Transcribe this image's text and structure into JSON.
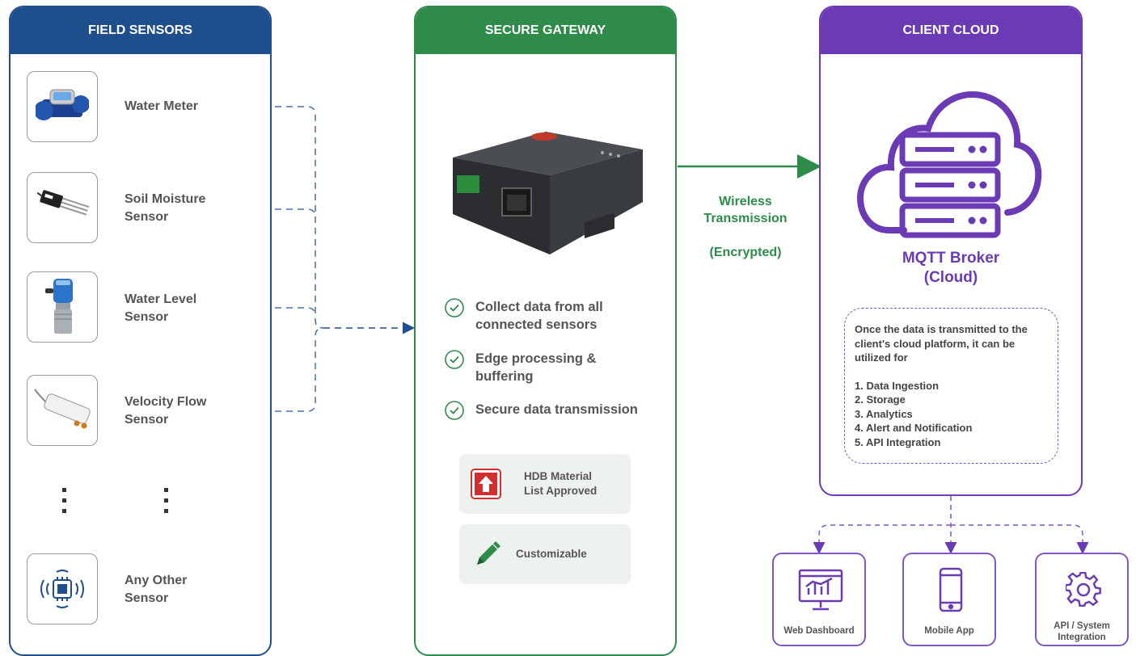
{
  "panels": {
    "field_sensors": {
      "title": "FIELD SENSORS",
      "color": "#1f4e8c"
    },
    "secure_gateway": {
      "title": "SECURE GATEWAY",
      "color": "#2e8b4a"
    },
    "client_cloud": {
      "title": "CLIENT CLOUD",
      "color": "#6a3bb5"
    }
  },
  "sensors": [
    {
      "label_line1": "Water Meter",
      "label_line2": "",
      "icon": "water-meter-icon"
    },
    {
      "label_line1": "Soil Moisture",
      "label_line2": "Sensor",
      "icon": "soil-moisture-sensor-icon"
    },
    {
      "label_line1": "Water Level",
      "label_line2": "Sensor",
      "icon": "water-level-sensor-icon"
    },
    {
      "label_line1": "Velocity Flow",
      "label_line2": "Sensor",
      "icon": "velocity-flow-sensor-icon"
    },
    {
      "label_line1": "Any Other",
      "label_line2": "Sensor",
      "icon": "generic-sensor-icon"
    }
  ],
  "gateway": {
    "device_icon": "gateway-device-icon",
    "features": [
      {
        "line1": "Collect data from all",
        "line2": "connected sensors"
      },
      {
        "line1": "Edge processing &",
        "line2": "buffering"
      },
      {
        "line1": "Secure data transmission",
        "line2": ""
      }
    ],
    "badges": [
      {
        "line1": "HDB Material",
        "line2": "List Approved",
        "icon": "hdb-logo-icon"
      },
      {
        "line1": "Customizable",
        "line2": "",
        "icon": "pencil-icon"
      }
    ]
  },
  "transmission": {
    "line1": "Wireless",
    "line2": "Transmission",
    "line3": "(Encrypted)"
  },
  "cloud": {
    "icon": "cloud-server-icon",
    "broker_line1": "MQTT Broker",
    "broker_line2": "(Cloud)",
    "info_intro": "Once the data is transmitted to the client's cloud platform, it can be utilized for",
    "uses": [
      "1. Data Ingestion",
      "2. Storage",
      "3. Analytics",
      "4. Alert and Notification",
      "5. API Integration"
    ]
  },
  "outputs": [
    {
      "line1": "Web Dashboard",
      "line2": "",
      "icon": "web-dashboard-icon"
    },
    {
      "line1": "Mobile App",
      "line2": "",
      "icon": "mobile-app-icon"
    },
    {
      "line1": "API / System",
      "line2": "Integration",
      "icon": "gear-icon"
    }
  ]
}
